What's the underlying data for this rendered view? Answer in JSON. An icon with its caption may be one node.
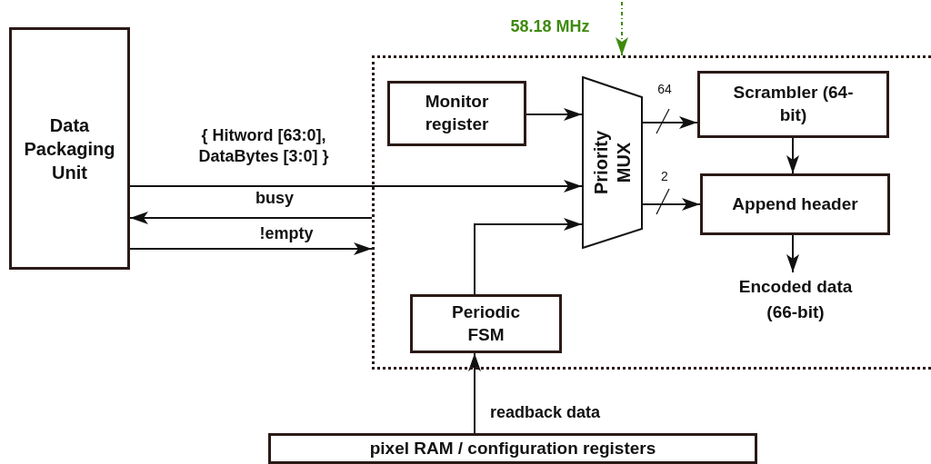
{
  "diagram": {
    "nodes": [
      {
        "text": [
          "Data Packaging Unit"
        ]
      },
      {
        "text": [],
        "shape": "box"
      },
      {
        "text": [
          "Monitor register"
        ],
        "in": 1
      },
      {
        "text": [
          "Priority MUX"
        ],
        "in": 1
      },
      {
        "text": [
          "Scrambler (64-bit)"
        ],
        "in": 1
      },
      {
        "text": [
          "Append header"
        ],
        "in": 1
      },
      {
        "text": [
          "Encoded data (66-bit)"
        ],
        "in": 1
      },
      {
        "text": [
          "Periodic FSM"
        ],
        "in": 1
      },
      {
        "text": [
          "pixel RAM / configuration registers"
        ]
      }
    ],
    "edges": [
      {
        "from": 0,
        "to": 3,
        "arrow": "to",
        "label": "{ Hitword [63:0], DataBytes [3:0] }"
      },
      {
        "from": 1,
        "to": 0,
        "arrow": "to",
        "label": "busy"
      },
      {
        "from": 0,
        "to": 1,
        "arrow": "to",
        "label": "!empty"
      },
      {
        "from": 2,
        "to": 3,
        "arrow": "to"
      },
      {
        "from": 3,
        "to": 4,
        "arrow": "to",
        "label": "64"
      },
      {
        "from": 3,
        "to": 5,
        "arrow": "to",
        "label": "2"
      },
      {
        "from": 7,
        "to": 3,
        "arrow": "to"
      },
      {
        "from": 4,
        "to": 5,
        "arrow": "to"
      },
      {
        "from": 5,
        "to": 6,
        "arrow": "to"
      },
      {
        "from": 8,
        "to": 7,
        "arrow": "to",
        "label": "readback data"
      },
      {
        "from": null,
        "to": 1,
        "arrow": "to",
        "label": "58.18 MHz",
        "style": "dashed",
        "color": "#3f8a0e"
      }
    ]
  }
}
